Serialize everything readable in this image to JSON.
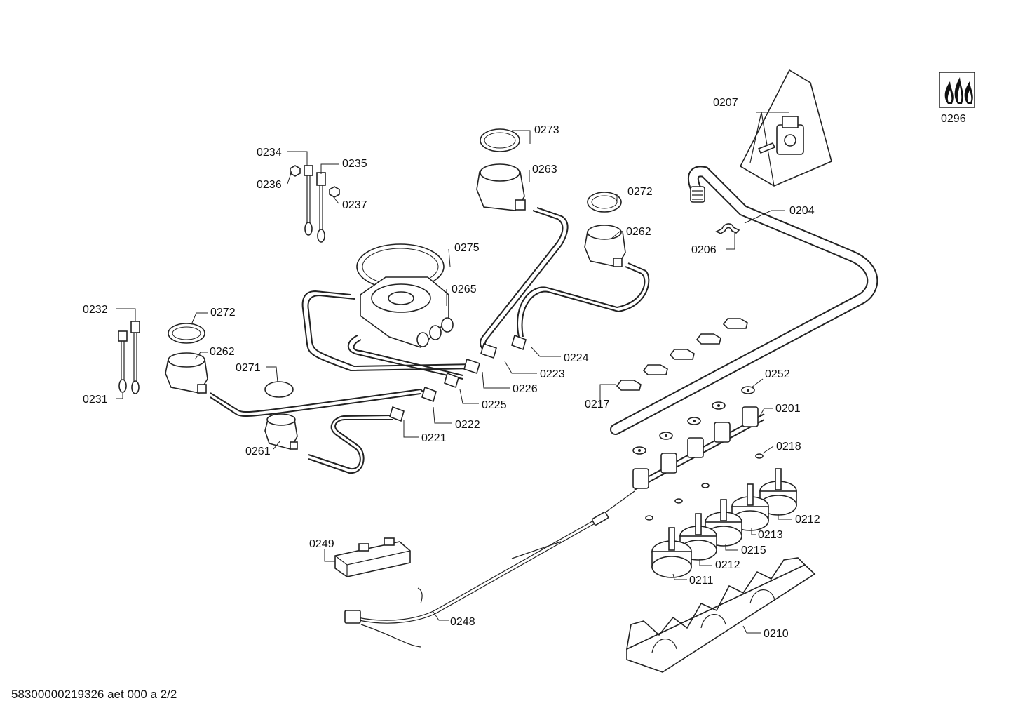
{
  "footer": "58300000219326 aet 000 a 2/2",
  "callouts": {
    "c0201": "0201",
    "c0204": "0204",
    "c0206": "0206",
    "c0207": "0207",
    "c0210": "0210",
    "c0211": "0211",
    "c0212a": "0212",
    "c0212b": "0212",
    "c0213": "0213",
    "c0215": "0215",
    "c0217": "0217",
    "c0218": "0218",
    "c0221": "0221",
    "c0222": "0222",
    "c0223": "0223",
    "c0224": "0224",
    "c0225": "0225",
    "c0226": "0226",
    "c0231": "0231",
    "c0232": "0232",
    "c0234": "0234",
    "c0235": "0235",
    "c0236": "0236",
    "c0237": "0237",
    "c0248": "0248",
    "c0249": "0249",
    "c0252": "0252",
    "c0261": "0261",
    "c0262a": "0262",
    "c0262b": "0262",
    "c0263": "0263",
    "c0265": "0265",
    "c0271": "0271",
    "c0272a": "0272",
    "c0272b": "0272",
    "c0273": "0273",
    "c0275": "0275",
    "c0296": "0296"
  }
}
